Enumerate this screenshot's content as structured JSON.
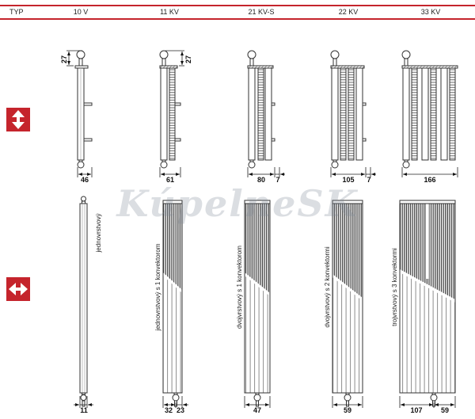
{
  "colors": {
    "accent": "#c5242c",
    "line": "#333333",
    "dim_text": "#111111"
  },
  "watermark": "KúpelneSK",
  "header": {
    "typ": "TYP"
  },
  "legend_icons": {
    "height": "vertical-double-arrow-icon",
    "depth": "horizontal-double-arrow-icon"
  },
  "columns": [
    {
      "type": "10 V",
      "construction": "jednovrstvový",
      "top_offset": "27",
      "depth": "46",
      "depth_extra": "",
      "bottom_dims": [
        "11"
      ]
    },
    {
      "type": "11 KV",
      "construction": "jednovrstvový s 1 konvektorom",
      "top_offset": "27",
      "depth": "61",
      "depth_extra": "",
      "bottom_dims": [
        "32",
        "23"
      ]
    },
    {
      "type": "21 KV-S",
      "construction": "dvojvrstvový s 1 konvektorom",
      "top_offset": "",
      "depth": "80",
      "depth_extra": "7",
      "bottom_dims": [
        "47"
      ]
    },
    {
      "type": "22 KV",
      "construction": "dvojvrstvový s 2 konvektormi",
      "top_offset": "",
      "depth": "105",
      "depth_extra": "7",
      "bottom_dims": [
        "59"
      ]
    },
    {
      "type": "33 KV",
      "construction": "trojvrstvový s 3 konvektormi",
      "top_offset": "",
      "depth": "166",
      "depth_extra": "",
      "bottom_dims": [
        "107",
        "59"
      ]
    }
  ]
}
